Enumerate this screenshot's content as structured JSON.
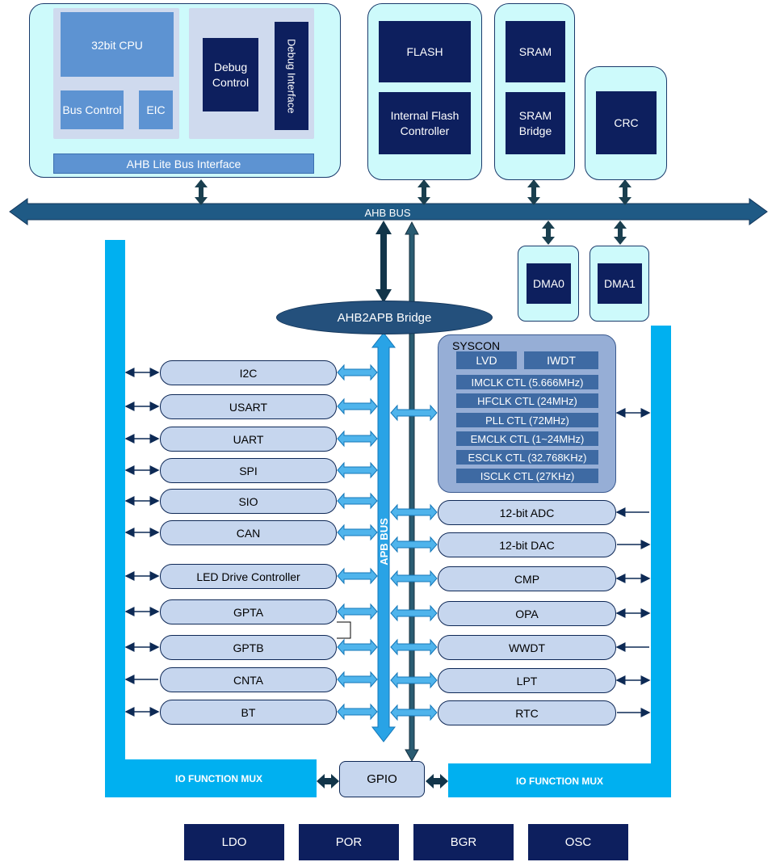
{
  "cpu": {
    "label": "32bit CPU",
    "bus_control": "Bus Control",
    "eic": "EIC",
    "debug_control": "Debug Control",
    "debug_interface": "Debug Interface",
    "ahb_lite": "AHB Lite Bus Interface"
  },
  "flash": {
    "label": "FLASH",
    "controller": "Internal Flash Controller"
  },
  "sram": {
    "label": "SRAM",
    "bridge": "SRAM Bridge"
  },
  "crc": "CRC",
  "ahb_bus": "AHB BUS",
  "dma": [
    "DMA0",
    "DMA1"
  ],
  "ahb2apb": "AHB2APB Bridge",
  "apb_bus": "APB BUS",
  "syscon": {
    "title": "SYSCON",
    "lvd": "LVD",
    "iwdt": "IWDT",
    "lines": [
      "IMCLK CTL (5.666MHz)",
      "HFCLK CTL (24MHz)",
      "PLL CTL (72MHz)",
      "EMCLK CTL (1~24MHz)",
      "ESCLK CTL (32.768KHz)",
      "ISCLK CTL (27KHz)"
    ]
  },
  "left_peripherals": [
    "I2C",
    "USART",
    "UART",
    "SPI",
    "SIO",
    "CAN",
    "LED Drive Controller",
    "GPTA",
    "GPTB",
    "CNTA",
    "BT"
  ],
  "right_peripherals": [
    "12-bit ADC",
    "12-bit DAC",
    "CMP",
    "OPA",
    "WWDT",
    "LPT",
    "RTC"
  ],
  "io_mux": "IO FUNCTION MUX",
  "gpio": "GPIO",
  "bottom": [
    "LDO",
    "POR",
    "BGR",
    "OSC"
  ],
  "colors": {
    "light_cyan": "#cdfafb",
    "dark_navy": "#0d1f5e",
    "mux_blue": "#00b0f0",
    "pill": "#c6d6ee",
    "bus_dark": "#1f4e6b"
  }
}
